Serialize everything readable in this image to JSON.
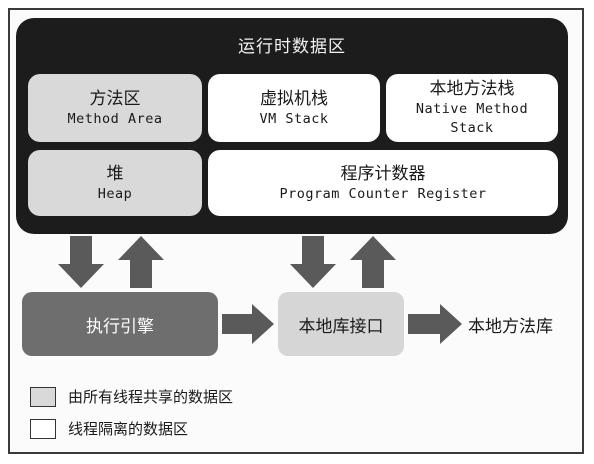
{
  "runtime_area": {
    "title": "运行时数据区",
    "method_area": {
      "cn": "方法区",
      "en": "Method Area"
    },
    "vm_stack": {
      "cn": "虚拟机栈",
      "en": "VM Stack"
    },
    "native_method_stack": {
      "cn": "本地方法栈",
      "en1": "Native Method",
      "en2": "Stack"
    },
    "heap": {
      "cn": "堆",
      "en": "Heap"
    },
    "pc_register": {
      "cn": "程序计数器",
      "en": "Program Counter Register"
    }
  },
  "execution_engine": "执行引擎",
  "native_interface": "本地库接口",
  "native_library": "本地方法库",
  "legend": {
    "shared": "由所有线程共享的数据区",
    "isolated": "线程隔离的数据区"
  },
  "colors": {
    "runtime_bg": "#1c1c1c",
    "shared_fill": "#d9d9d9",
    "isolated_fill": "#ffffff",
    "engine_fill": "#6e6e6e",
    "arrow_fill": "#5a5a5a"
  }
}
